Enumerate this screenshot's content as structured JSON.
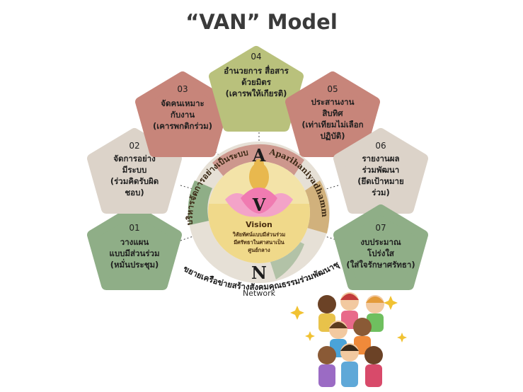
{
  "title": "“VAN” Model",
  "colors": {
    "green": "#8fae87",
    "beige": "#dcd3c9",
    "rose": "#c7857a",
    "olive": "#b9c17c",
    "ring": "#e6e0d6",
    "vision_bg": "#f0d98a"
  },
  "pentagons": [
    {
      "num": "01",
      "lines": [
        "วางแผน",
        "แบบมีส่วนร่วม",
        "(หมั่นประชุม)"
      ]
    },
    {
      "num": "02",
      "lines": [
        "จัดการอย่าง",
        "มีระบบ",
        "(ร่วมคิดรับผิด",
        "ชอบ)"
      ]
    },
    {
      "num": "03",
      "lines": [
        "จัดคนเหมาะ",
        "กับงาน",
        "(เคารพกติกร่วม)"
      ]
    },
    {
      "num": "04",
      "lines": [
        "อำนวยการ สื่อสาร",
        "ด้วยมิตร",
        "(เคารพให้เกียรติ)"
      ]
    },
    {
      "num": "05",
      "lines": [
        "ประสานงาน",
        "สิบทิศ",
        "(เท่าเทียมไม่เลือก",
        "ปฏิบัติ)"
      ]
    },
    {
      "num": "06",
      "lines": [
        "รายงานผล",
        "ร่วมพัฒนา",
        "(ยึดเป้าหมาย",
        "ร่วม)"
      ]
    },
    {
      "num": "07",
      "lines": [
        "งบประมาณ",
        "โปร่งใส",
        "(ใส่ใจรักษาศรัทธา)"
      ]
    }
  ],
  "center": {
    "letter_a": "A",
    "letter_v": "V",
    "letter_n": "N",
    "arc_left": "บริหารจัดการอย่างเป็นระบบ",
    "arc_right": "Aparihaniyadhamma",
    "vision_title": "Vision",
    "vision_lines": [
      "วิสัยทัศน์แบบมีส่วนร่วม",
      "มีศรัทธาในศาสนาเป็น",
      "ศูนย์กลาง"
    ],
    "network": "Network",
    "network_caption": "ขยายเครือข่ายสร้างสังคมคุณธรรมร่วมพัฒนาชุมชน"
  },
  "illustration": "children-group-illustration"
}
